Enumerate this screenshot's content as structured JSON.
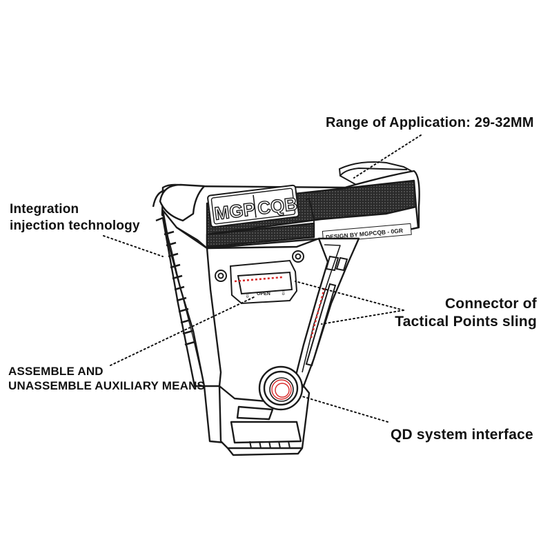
{
  "labels": {
    "range": "Range of Application: 29-32MM",
    "integration_1": "Integration",
    "integration_2": "injection technology",
    "connector_1": "Connector of",
    "connector_2": "Tactical Points sling",
    "assemble_1": "ASSEMBLE AND",
    "assemble_2": "UNASSEMBLE AUXILIARY MEANS",
    "qd": "QD system interface"
  },
  "part_text": {
    "brand_left": "MGP",
    "brand_right": "CQB",
    "design": "DESIGN BY MGPCQB - 0GR",
    "open": "OPEN"
  },
  "colors": {
    "text": "#111111",
    "outline": "#1a1a1a",
    "highlight": "#d62828",
    "texture": "#2a2a2a"
  }
}
